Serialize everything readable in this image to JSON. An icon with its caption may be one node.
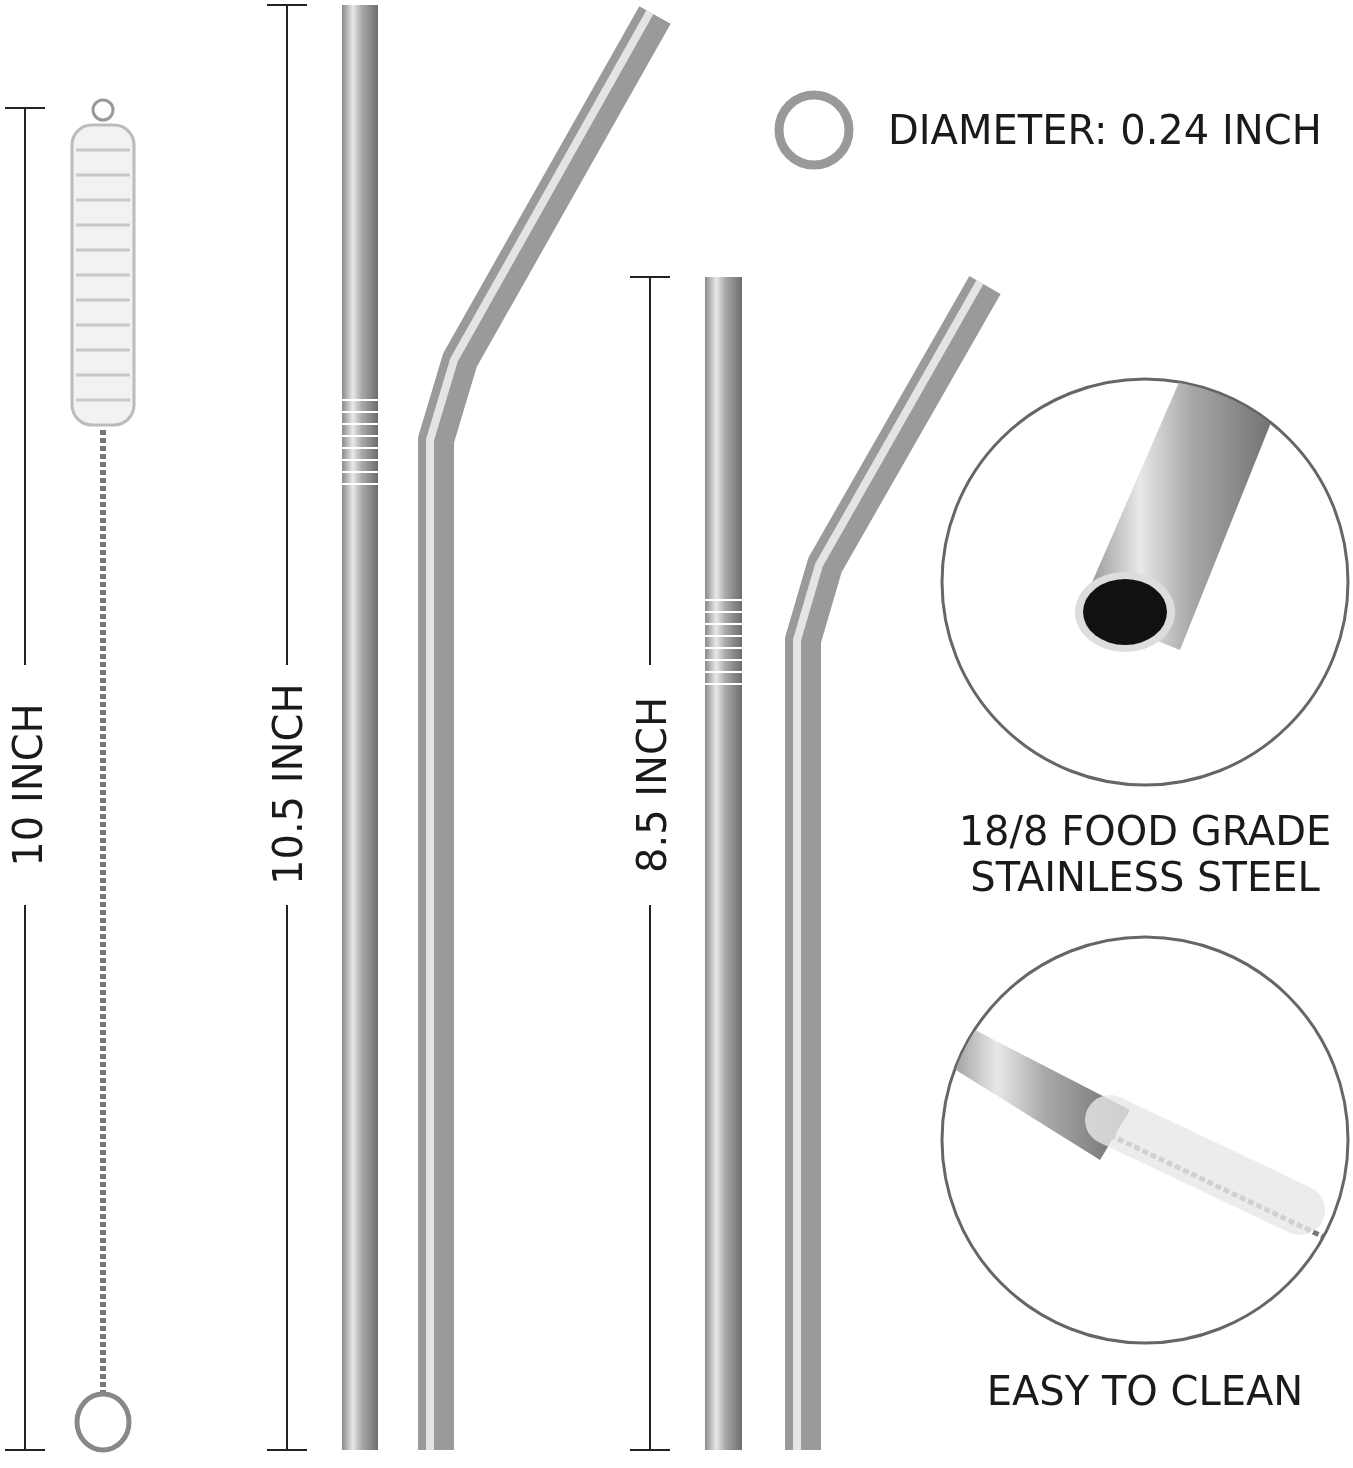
{
  "diagram": {
    "labels": [
      "DIAMETER: 0.24 INCH",
      "10 INCH",
      "10.5 INCH",
      "8.5 INCH",
      "18/8 FOOD GRADE STAINLESS STEEL",
      "EASY TO CLEAN"
    ]
  }
}
